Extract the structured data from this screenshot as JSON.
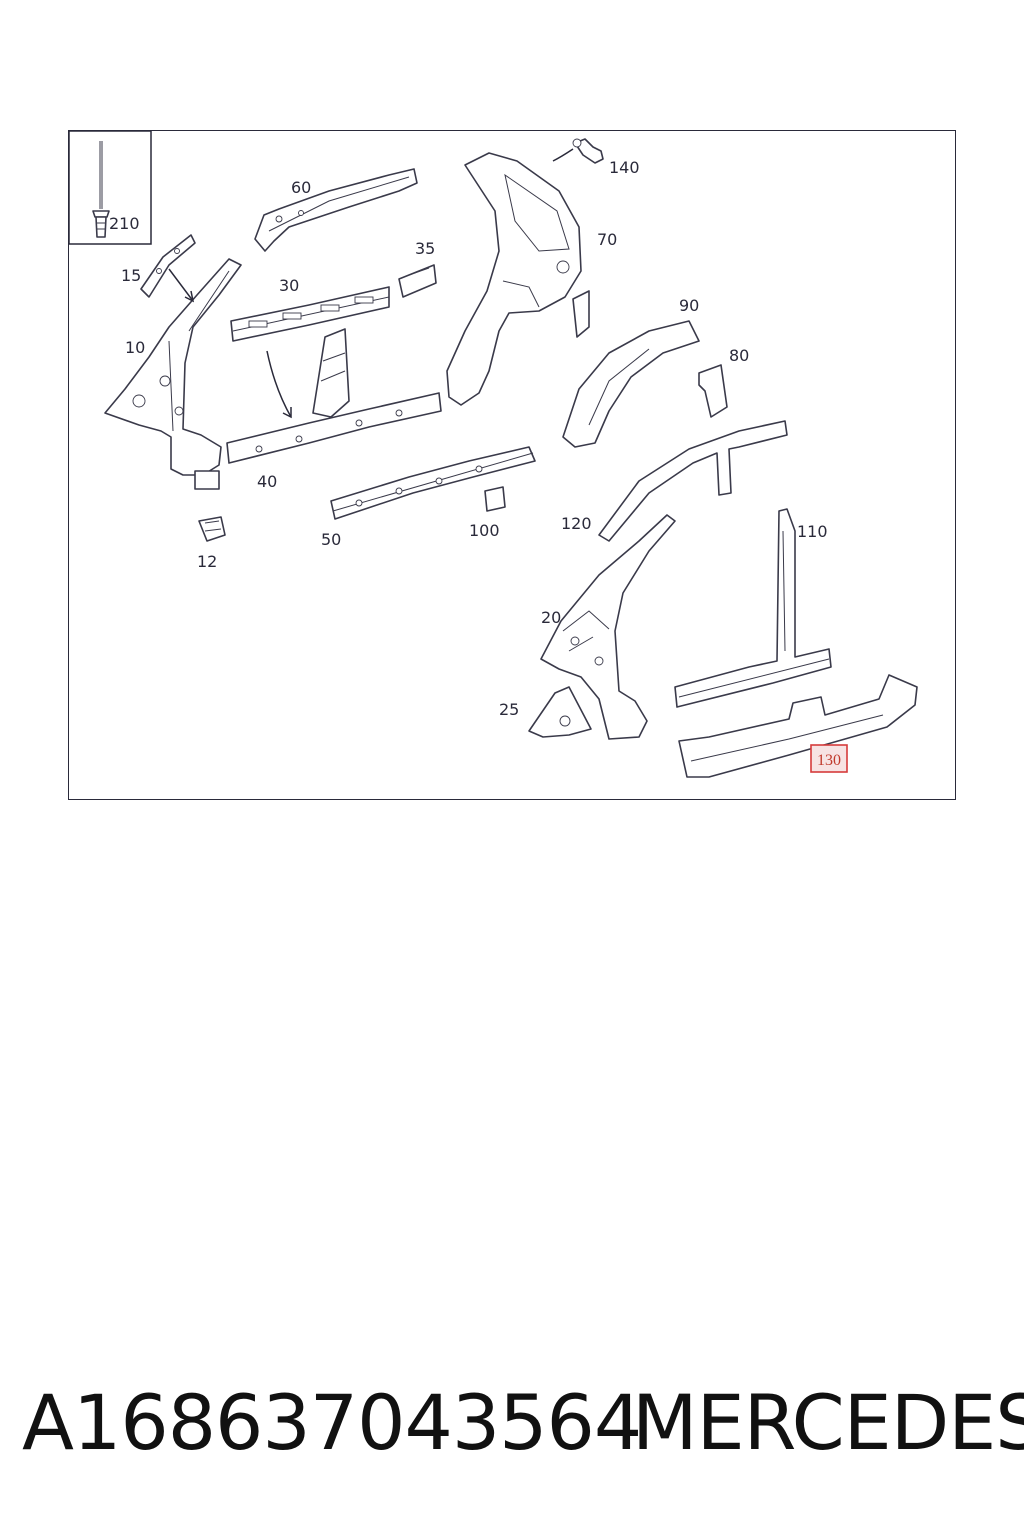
{
  "diagram": {
    "callouts": [
      "210",
      "60",
      "35",
      "30",
      "15",
      "10",
      "40",
      "12",
      "50",
      "100",
      "140",
      "70",
      "90",
      "80",
      "120",
      "110",
      "20",
      "25",
      "130"
    ],
    "highlighted_callout": "130",
    "highlight_color": "#d63b3b"
  },
  "footer": {
    "part_number": "A168637043564",
    "brand": "MERCEDES"
  }
}
